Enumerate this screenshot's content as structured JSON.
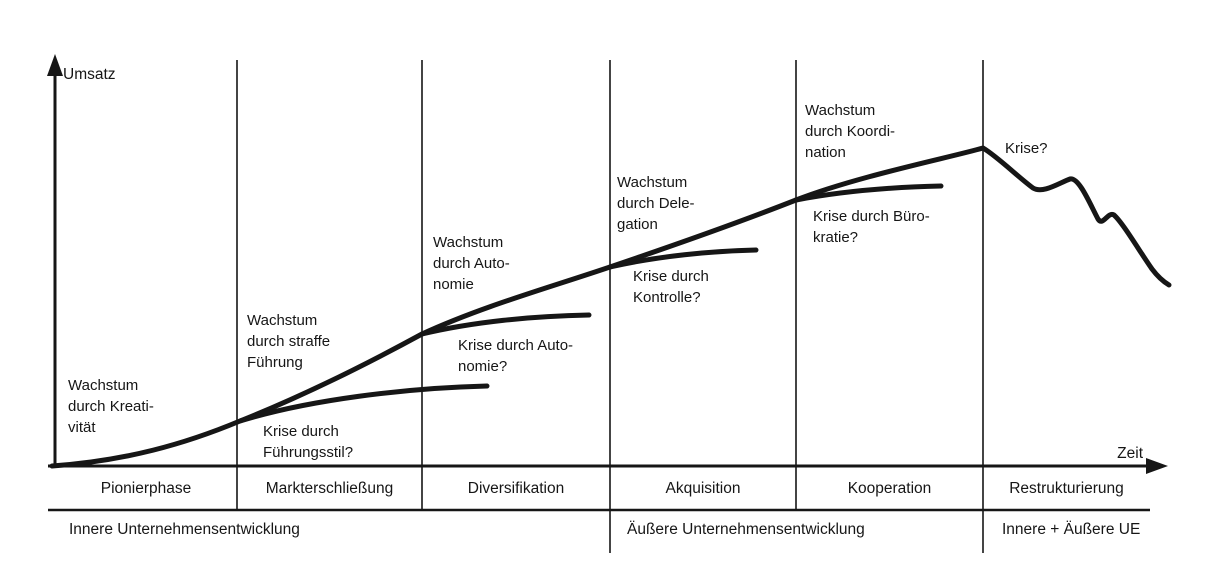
{
  "diagram": {
    "y_axis_label": "Umsatz",
    "x_axis_label": "Zeit",
    "annotations": {
      "growth_creativity": "Wachstum\ndurch Kreati-\nvität",
      "crisis_leadership": "Krise durch\nFührungsstil?",
      "growth_direction": "Wachstum\ndurch straffe\nFührung",
      "growth_autonomy": "Wachstum\ndurch Auto-\nnomie",
      "crisis_autonomy": "Krise durch Auto-\nnomie?",
      "growth_delegation": "Wachstum\ndurch Dele-\ngation",
      "crisis_control": "Krise durch\nKontrolle?",
      "growth_coordination": "Wachstum\ndurch Koordi-\nnation",
      "crisis_bureaucracy": "Krise durch Büro-\nkratie?",
      "crisis_final": "Krise?"
    },
    "phases": [
      "Pionierphase",
      "Markterschließung",
      "Diversifikation",
      "Akquisition",
      "Kooperation",
      "Restrukturierung"
    ],
    "development_bands": [
      "Innere Unternehmensentwicklung",
      "Äußere Unternehmensentwicklung",
      "Innere + Äußere UE"
    ],
    "colors": {
      "ink": "#161616",
      "background": "#ffffff"
    }
  }
}
